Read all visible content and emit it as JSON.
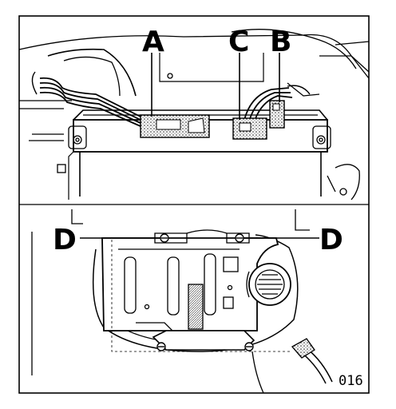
{
  "callouts": {
    "A": "A",
    "B": "B",
    "C": "C",
    "D_left": "D",
    "D_right": "D"
  },
  "figure_number": "016",
  "colors": {
    "ink": "#000000",
    "paper": "#ffffff",
    "stipple": "#444444"
  }
}
